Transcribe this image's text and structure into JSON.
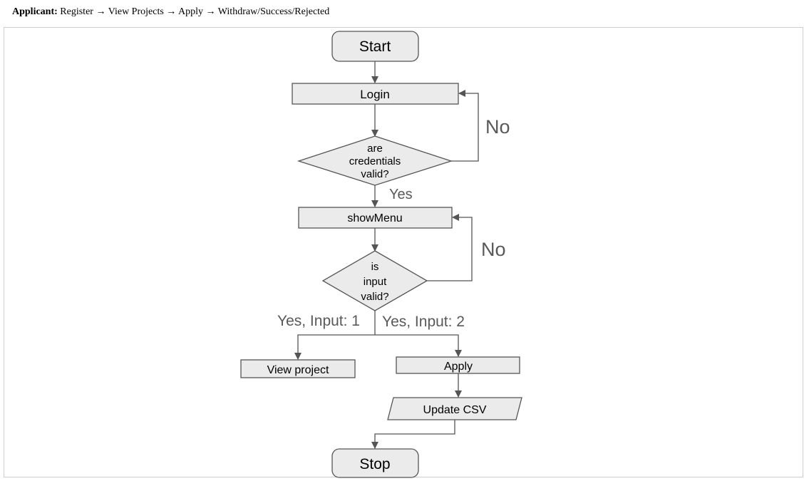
{
  "caption": {
    "role": "Applicant:",
    "flow": "Register → View Projects → Apply → Withdraw/Success/Rejected"
  },
  "diagram": {
    "nodes": {
      "start": "Start",
      "login": "Login",
      "credentials_line1": "are",
      "credentials_line2": "credentials",
      "credentials_line3": "valid?",
      "show_menu": "showMenu",
      "input_line1": "is",
      "input_line2": "input",
      "input_line3": "valid?",
      "view_project": "View project",
      "apply": "Apply",
      "update_csv": "Update CSV",
      "stop": "Stop"
    },
    "edge_labels": {
      "credentials_no": "No",
      "credentials_yes": "Yes",
      "input_no": "No",
      "input_yes_1": "Yes, Input: 1",
      "input_yes_2": "Yes, Input: 2"
    },
    "colors": {
      "node_fill": "#ebebeb",
      "stroke": "#555555",
      "label": "#595959"
    }
  }
}
